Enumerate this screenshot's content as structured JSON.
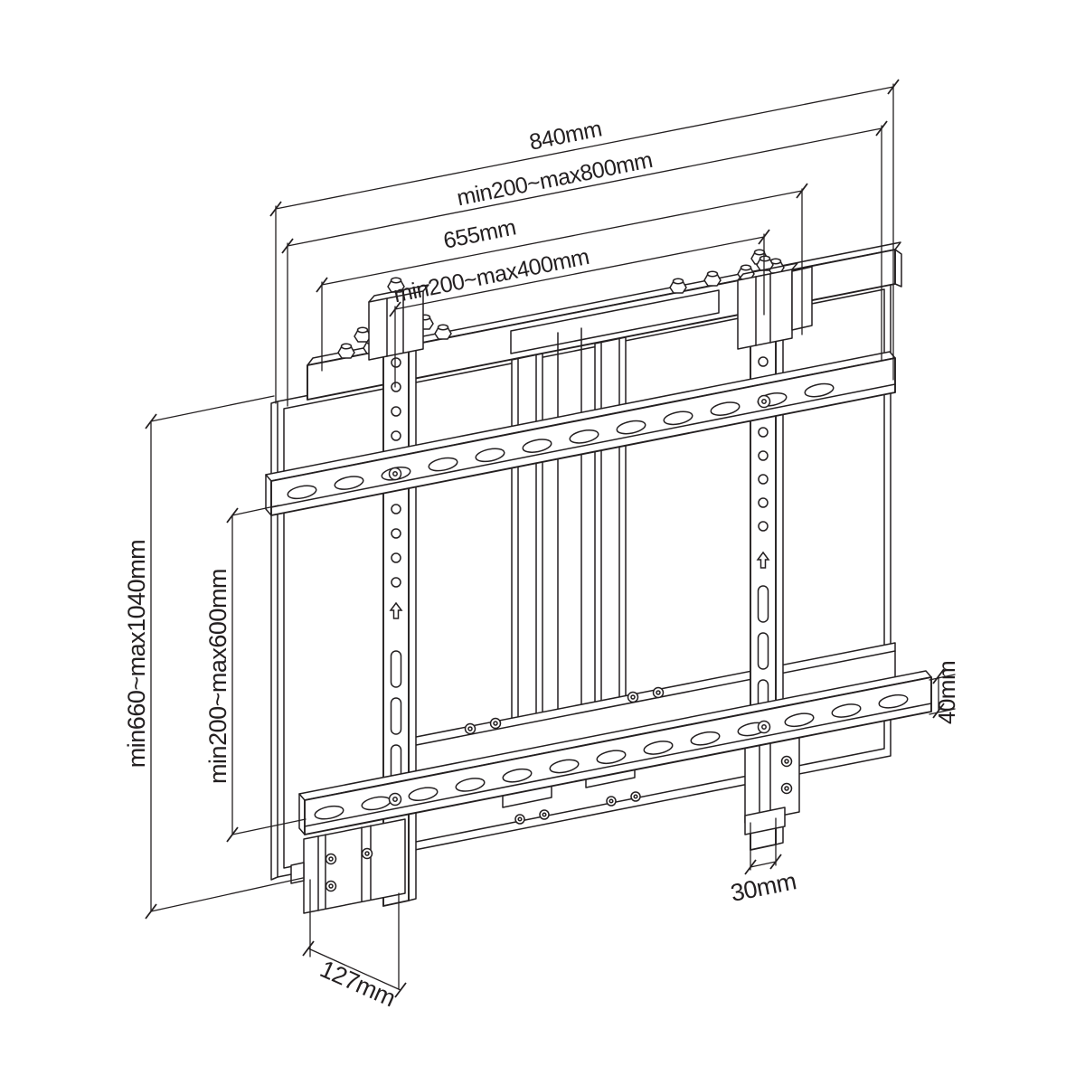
{
  "diagram": {
    "kind": "technical-dimension-drawing",
    "subject": "height-adjustable wall mount bracket, isometric view",
    "unit": "mm",
    "line_color": "#231f20",
    "background_color": "#ffffff",
    "labels": {
      "overall_width": "840mm",
      "mount_width_range": "min200~max800mm",
      "inner_width": "655mm",
      "vesa_width_range": "min200~max400mm",
      "height_range": "min660~max1040mm",
      "vesa_height_range": "min200~max600mm",
      "rail_height": "40mm",
      "rail_width": "30mm",
      "depth": "127mm"
    }
  }
}
